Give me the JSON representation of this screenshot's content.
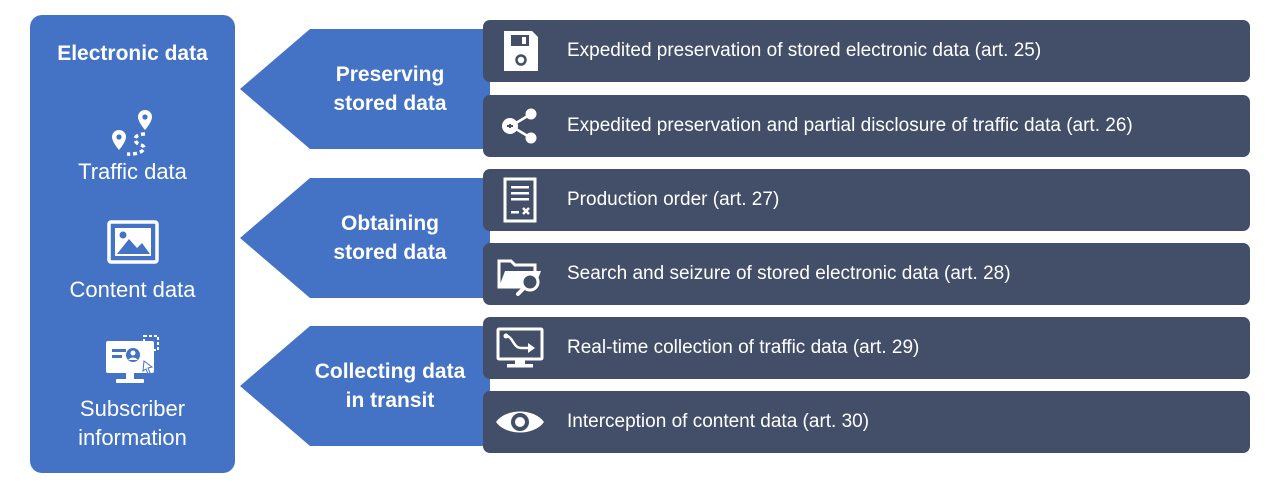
{
  "left_panel": {
    "heading": "Electronic data",
    "items": [
      {
        "label": "Traffic data",
        "icon": "route-pin-icon"
      },
      {
        "label": "Content data",
        "icon": "image-icon"
      },
      {
        "label": "Subscriber\ninformation",
        "icon": "subscriber-monitor-icon"
      }
    ]
  },
  "groups": [
    {
      "label": "Preserving\nstored data"
    },
    {
      "label": "Obtaining\nstored data"
    },
    {
      "label": "Collecting data\nin transit"
    }
  ],
  "actions": [
    {
      "label": "Expedited preservation of stored electronic data (art. 25)",
      "icon": "floppy-disk-icon"
    },
    {
      "label": "Expedited preservation and partial disclosure of traffic data (art. 26)",
      "icon": "share-nodes-icon"
    },
    {
      "label": "Production order (art. 27)",
      "icon": "document-form-icon"
    },
    {
      "label": "Search and seizure of stored electronic data (art. 28)",
      "icon": "folder-search-icon"
    },
    {
      "label": "Real-time collection of traffic data (art. 29)",
      "icon": "monitor-route-icon"
    },
    {
      "label": "Interception of content data (art. 30)",
      "icon": "eye-icon"
    }
  ],
  "colors": {
    "panel_blue": "#4472c4",
    "bar_slate": "#434f68",
    "text": "#ffffff"
  }
}
